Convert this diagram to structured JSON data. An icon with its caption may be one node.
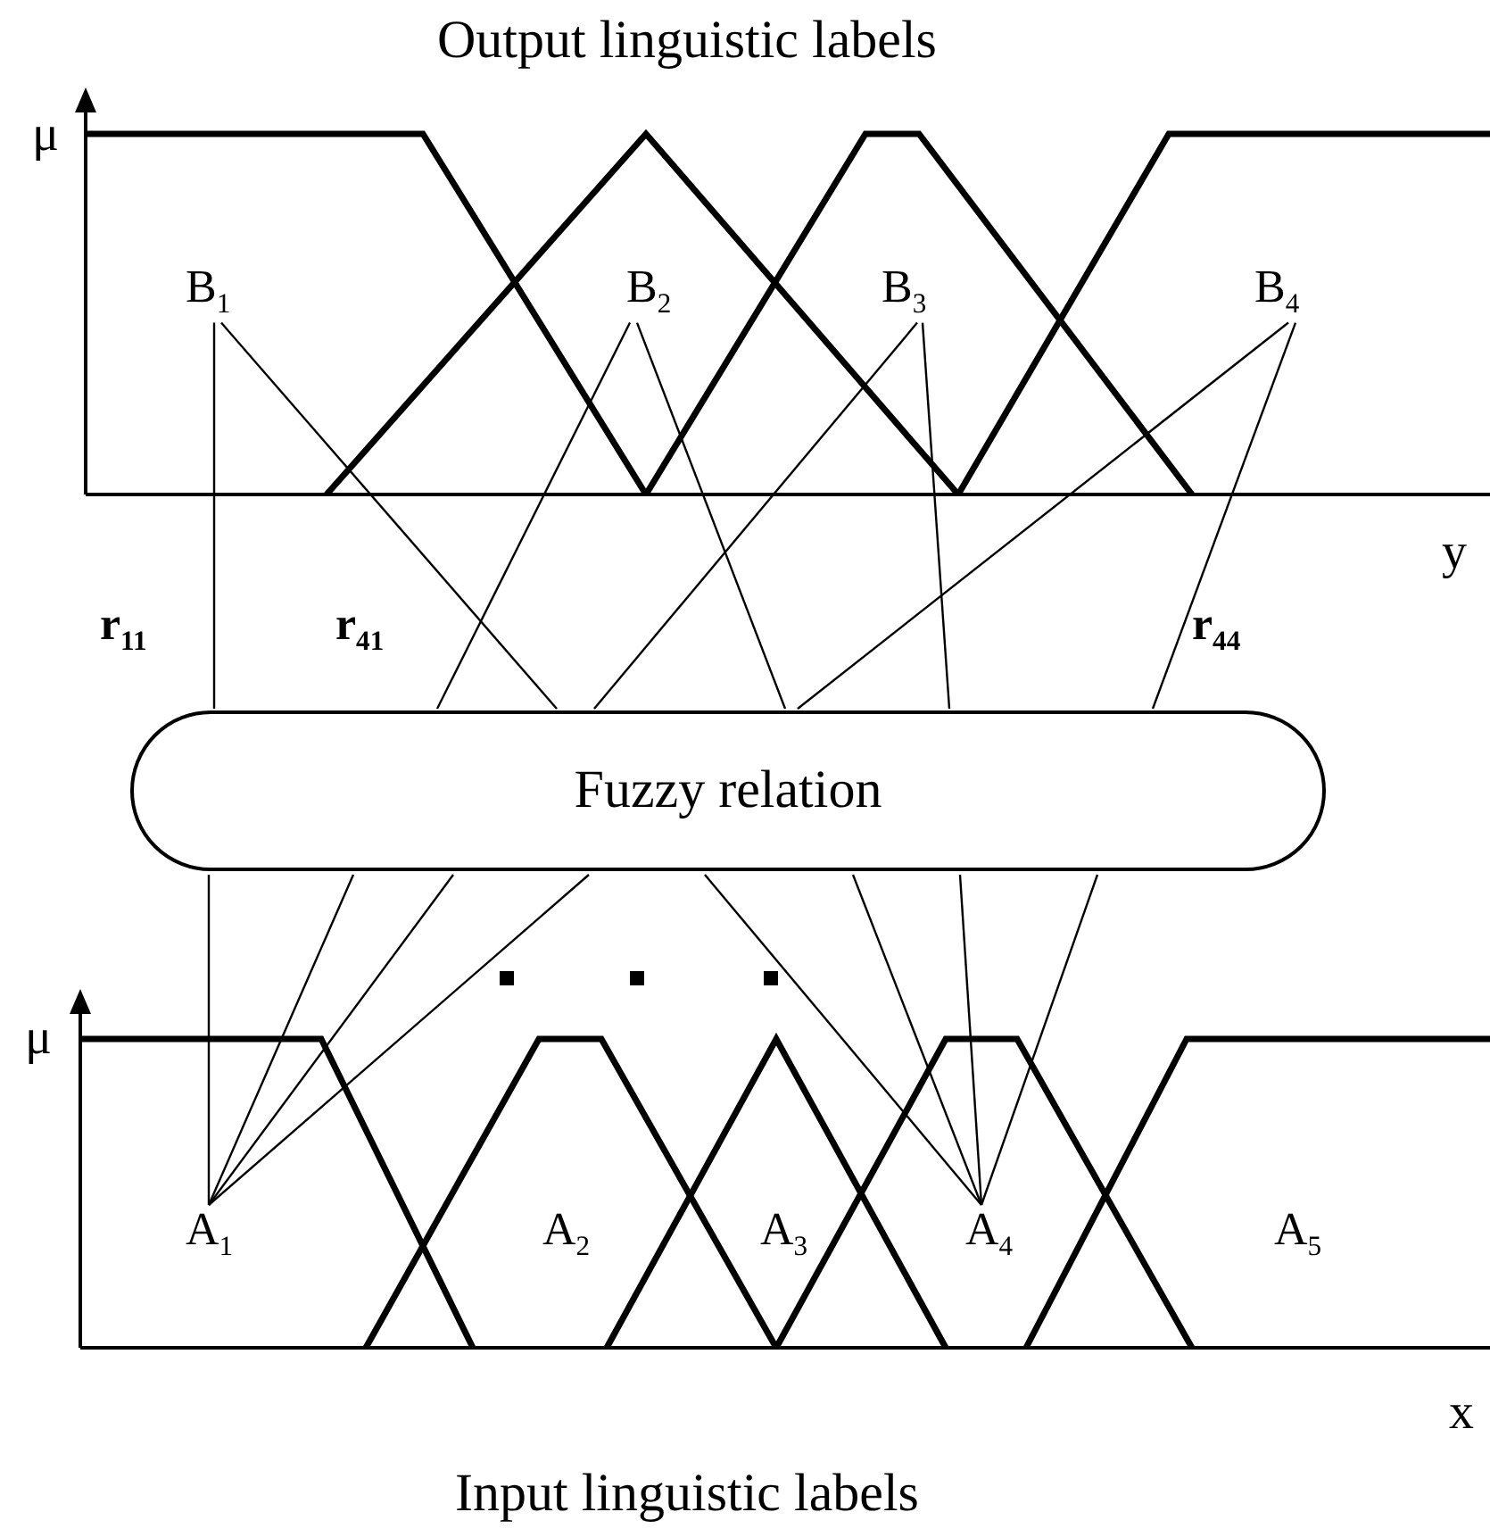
{
  "diagram": {
    "nodes": [
      {
        "text": [
          "B$_{1}$"
        ]
      },
      {
        "text": [
          "B$_{2}$"
        ]
      },
      {
        "text": [
          "B$_{3}$"
        ]
      },
      {
        "text": [
          "B$_{4}$"
        ]
      },
      {
        "text": [
          "Fuzzy relation"
        ]
      },
      {
        "text": [
          "A$_{1}$"
        ]
      },
      {
        "text": [
          "A$_{2}$"
        ]
      },
      {
        "text": [
          "A$_{3}$"
        ]
      },
      {
        "text": [
          "A$_{4}$"
        ]
      },
      {
        "text": [
          "A$_{5}$"
        ]
      }
    ],
    "edges": [
      {
        "from": 0,
        "to": 4,
        "arrow": "none"
      },
      {
        "from": 0,
        "to": 4,
        "arrow": "none"
      },
      {
        "from": 1,
        "to": 4,
        "arrow": "none"
      },
      {
        "from": 1,
        "to": 4,
        "arrow": "none"
      },
      {
        "from": 2,
        "to": 4,
        "arrow": "none"
      },
      {
        "from": 2,
        "to": 4,
        "arrow": "none"
      },
      {
        "from": 3,
        "to": 4,
        "arrow": "none"
      },
      {
        "from": 3,
        "to": 4,
        "arrow": "none"
      },
      {
        "from": 4,
        "to": 5,
        "arrow": "none"
      },
      {
        "from": 4,
        "to": 5,
        "arrow": "none"
      },
      {
        "from": 4,
        "to": 5,
        "arrow": "none"
      },
      {
        "from": 4,
        "to": 5,
        "arrow": "none"
      },
      {
        "from": 4,
        "to": 8,
        "arrow": "none"
      },
      {
        "from": 4,
        "to": 8,
        "arrow": "none"
      },
      {
        "from": 4,
        "to": 8,
        "arrow": "none"
      },
      {
        "from": 4,
        "to": 8,
        "arrow": "none"
      }
    ],
    "labels": [
      "Output linguistic labels",
      "μ",
      "y",
      "r$_{11}$",
      "r$_{41}$",
      "r$_{44}$",
      "μ",
      "x",
      "Input linguistic labels"
    ]
  }
}
